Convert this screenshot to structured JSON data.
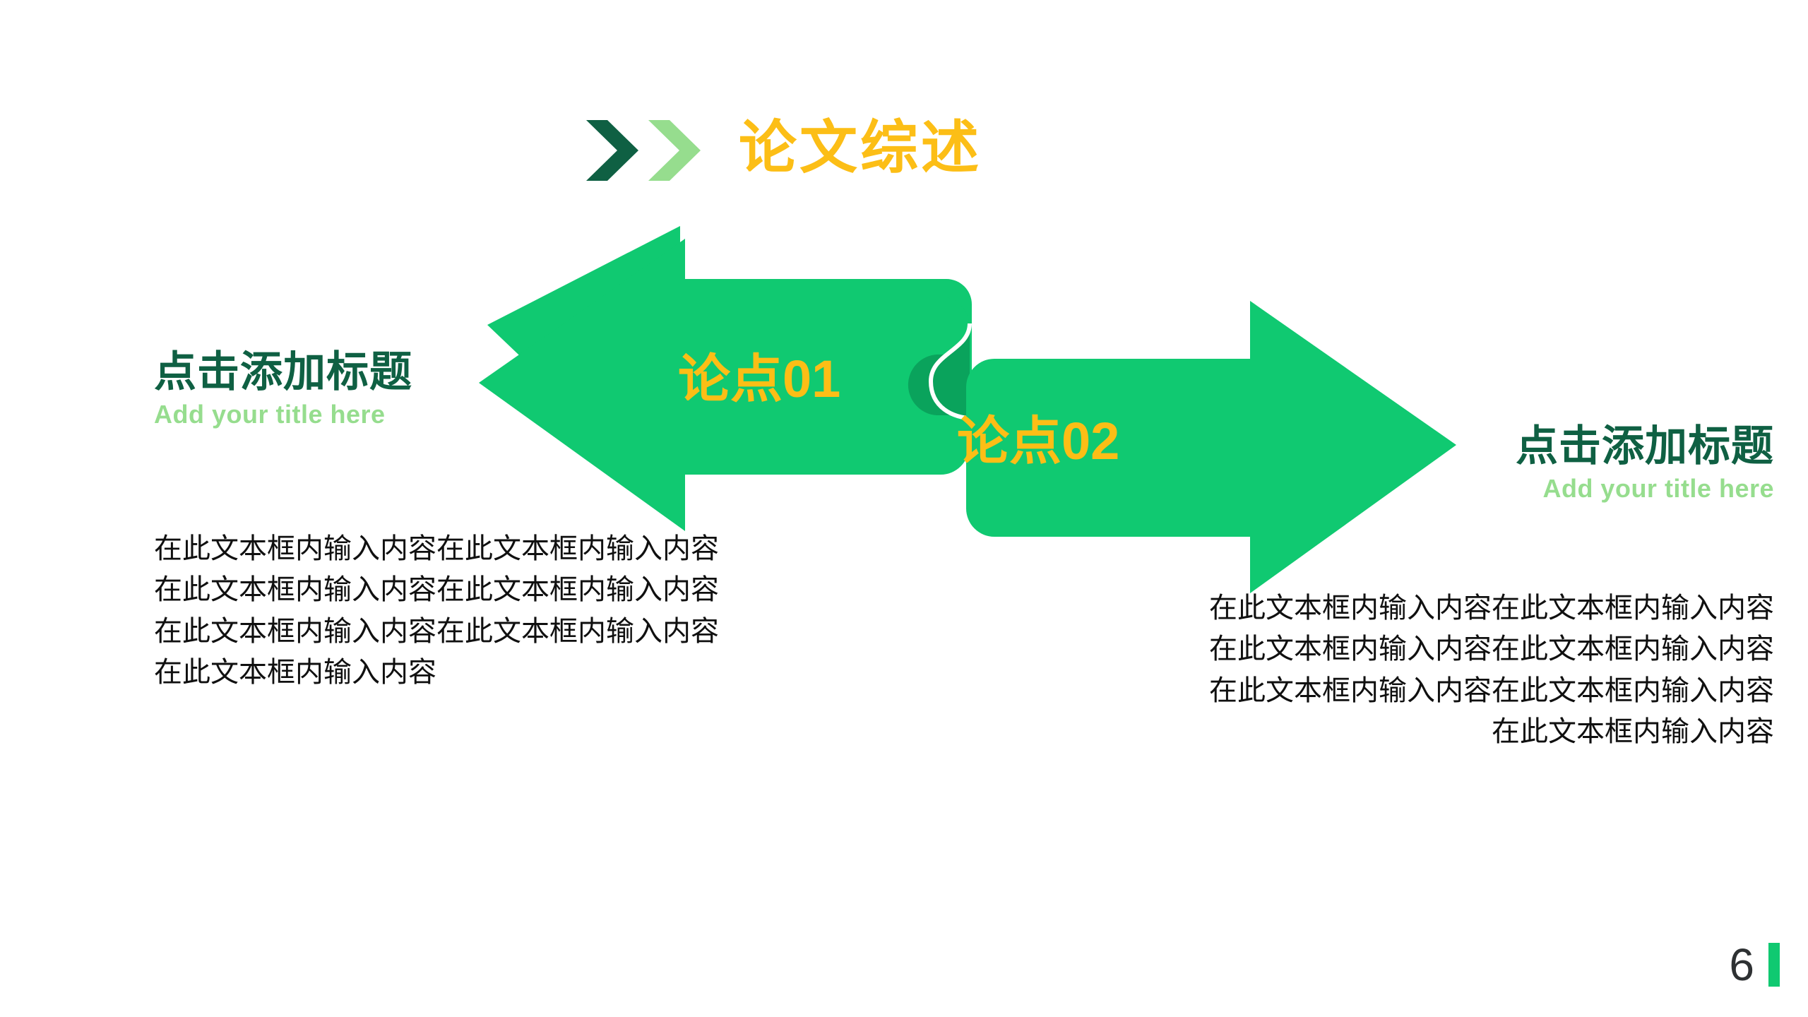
{
  "header": {
    "title": "论文综述",
    "chevron_dark_icon": "chevron-right-icon",
    "chevron_light_icon": "chevron-right-icon"
  },
  "arrows": {
    "left_label": "论点01",
    "right_label": "论点02"
  },
  "left": {
    "title_cn": "点击添加标题",
    "title_en": "Add your title here",
    "body_lines": [
      "在此文本框内输入内容在此文本框内输入内容",
      "在此文本框内输入内容在此文本框内输入内容",
      "在此文本框内输入内容在此文本框内输入内容",
      "在此文本框内输入内容"
    ]
  },
  "right": {
    "title_cn": "点击添加标题",
    "title_en": "Add your title here",
    "body_lines": [
      "在此文本框内输入内容在此文本框内输入内容",
      "在此文本框内输入内容在此文本框内输入内容",
      "在此文本框内输入内容在此文本框内输入内容",
      "在此文本框内输入内容"
    ]
  },
  "footer": {
    "page_number": "6"
  },
  "colors": {
    "arrow_green": "#10c971",
    "fold_green": "#0aa35c",
    "dark_green": "#0f6043",
    "light_green": "#96dd8e",
    "gold": "#fcbe16",
    "body_text": "#101010",
    "page_number": "#2e3133"
  }
}
